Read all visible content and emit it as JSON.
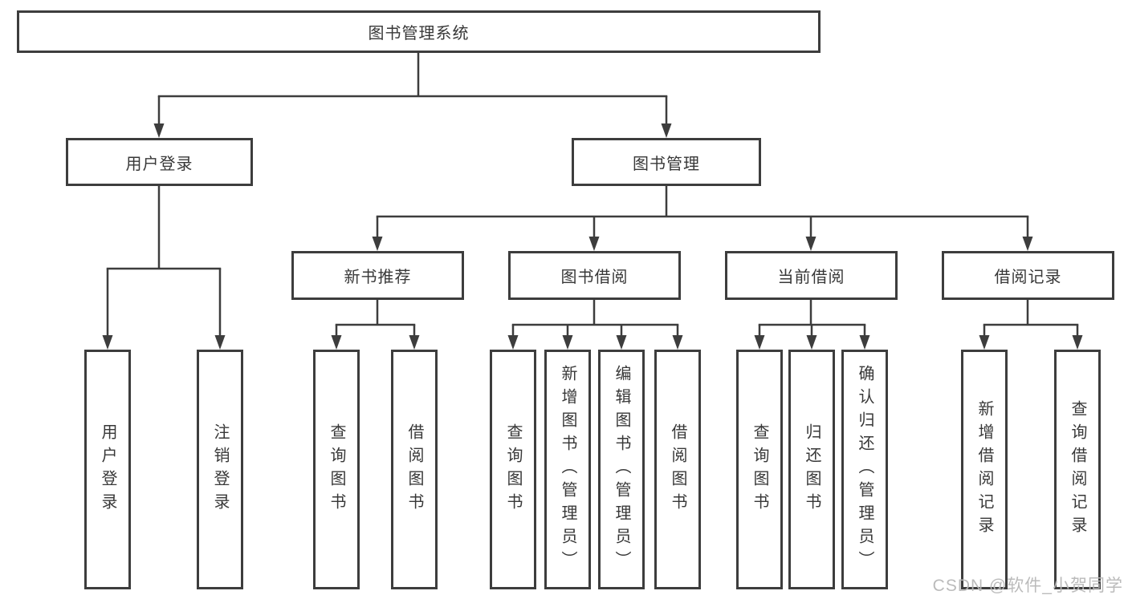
{
  "diagram": {
    "root": {
      "label": "图书管理系统"
    },
    "branches": [
      {
        "label": "用户登录",
        "children": [
          {
            "label": "用户登录"
          },
          {
            "label": "注销登录"
          }
        ]
      },
      {
        "label": "图书管理",
        "groups": [
          {
            "label": "新书推荐",
            "children": [
              {
                "label": "查询图书"
              },
              {
                "label": "借阅图书"
              }
            ]
          },
          {
            "label": "图书借阅",
            "children": [
              {
                "label": "查询图书"
              },
              {
                "label": "新增图书（管理员）"
              },
              {
                "label": "编辑图书（管理员）"
              },
              {
                "label": "借阅图书"
              }
            ]
          },
          {
            "label": "当前借阅",
            "children": [
              {
                "label": "查询图书"
              },
              {
                "label": "归还图书"
              },
              {
                "label": "确认归还（管理员）"
              }
            ]
          },
          {
            "label": "借阅记录",
            "children": [
              {
                "label": "新增借阅记录"
              },
              {
                "label": "查询借阅记录"
              }
            ]
          }
        ]
      }
    ]
  },
  "watermark": "CSDN @软件_小贺同学",
  "colors": {
    "line": "#3d3d3d",
    "text": "#383838",
    "watermark": "#b7b7b7",
    "background": "#ffffff"
  }
}
